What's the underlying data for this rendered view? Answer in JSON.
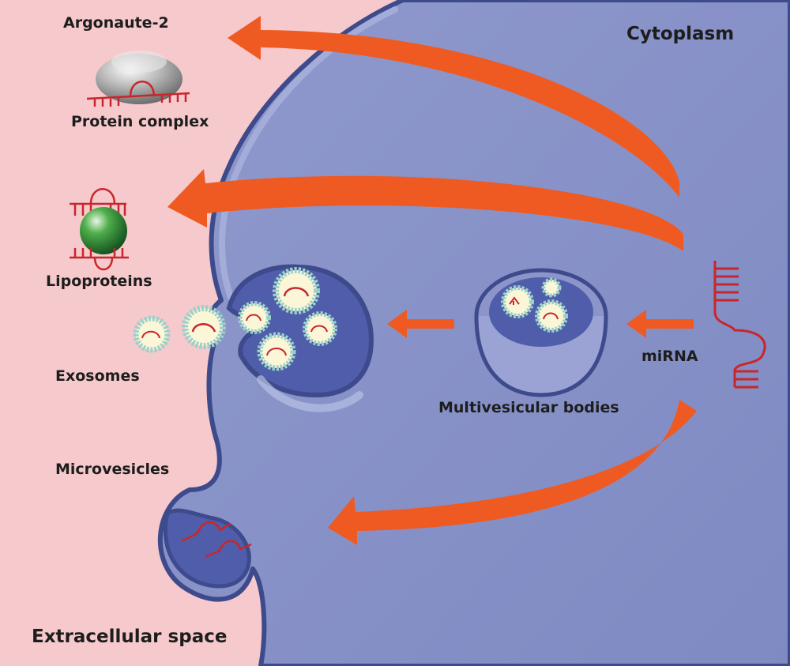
{
  "labels": {
    "cytoplasm": "Cytoplasm",
    "extracellular_space": "Extracellular space",
    "argonaute": "Argonaute-2",
    "protein_complex": "Protein complex",
    "lipoproteins": "Lipoproteins",
    "exosomes": "Exosomes",
    "microvesicles": "Microvesicles",
    "multivesicular_bodies": "Multivesicular bodies",
    "mirna": "miRNA"
  },
  "colors": {
    "extracellular": "#f6c9cc",
    "cell": "#8d97c9",
    "membrane": "#3d4a8c",
    "vesicle_lumen": "#5866b2",
    "arrow": "#ef5a22",
    "mirna": "#c8262b",
    "exosome_core": "#fbf6d8",
    "exosome_shell": "#9ad1c9",
    "lipoprotein": "#2e8a3a",
    "argonaute": "#9a9a9a"
  }
}
